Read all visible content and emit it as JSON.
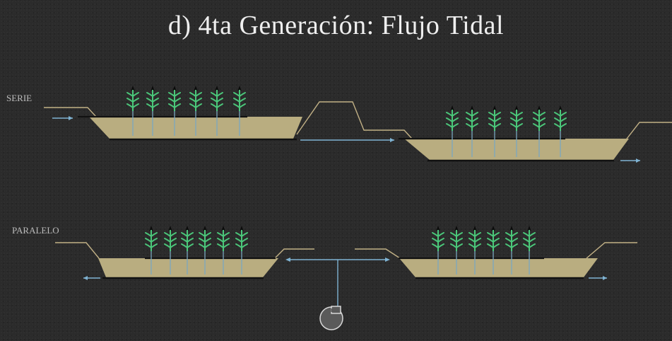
{
  "title": "d) 4ta Generación: Flujo Tidal",
  "labels": {
    "serie": "SERIE",
    "paralelo": "PARALELO"
  },
  "colors": {
    "background": "#2b2b2b",
    "substrate": "#b9ad80",
    "terrain_line": "#c2b186",
    "liner": "#111111",
    "plant_green": "#4bc77a",
    "plant_stem": "#7aa7c0",
    "flow_arrow": "#7fb3d3",
    "pump": "#5a5a5a"
  },
  "icons": {
    "plants": "reed-plant-icon",
    "pump": "pump-icon",
    "flow": "flow-arrow-icon"
  }
}
